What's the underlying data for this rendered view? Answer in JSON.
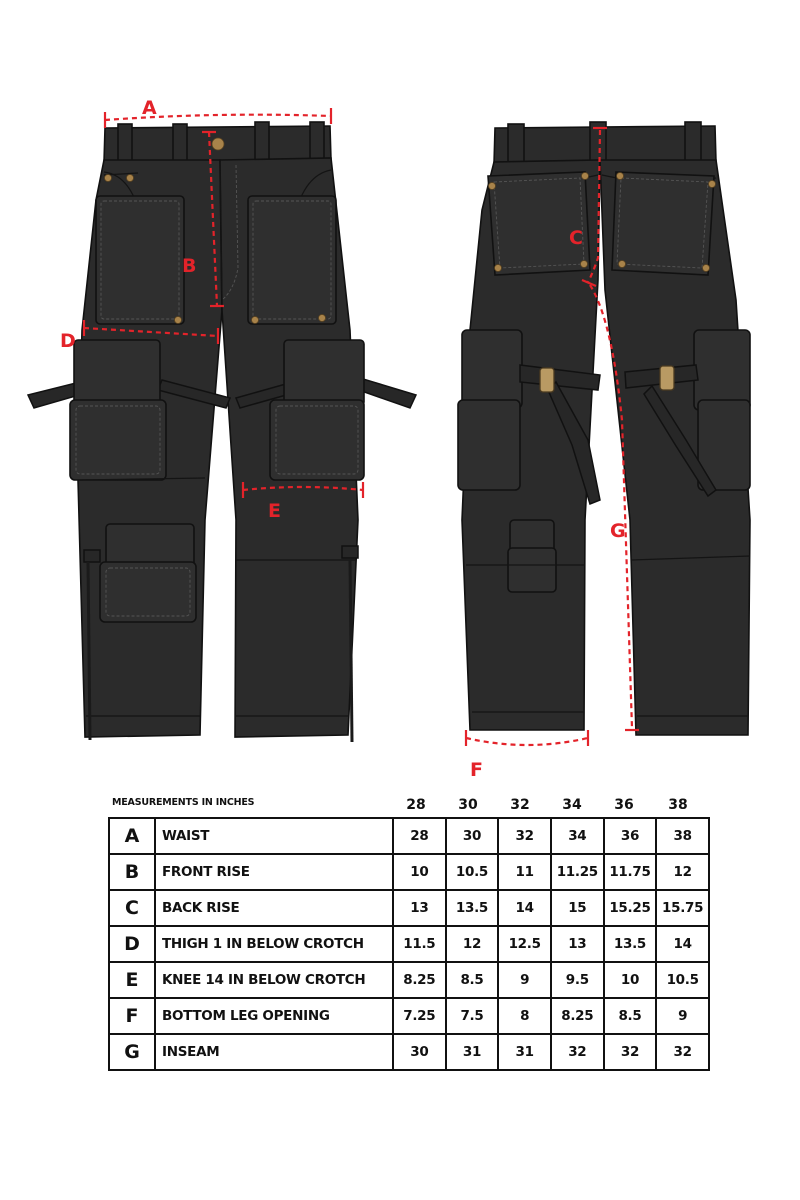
{
  "diagram_labels": {
    "a": "A",
    "b": "B",
    "c": "C",
    "d": "D",
    "e": "E",
    "f": "F",
    "g": "G"
  },
  "colors": {
    "measure_line": "#e3232a",
    "garment": "#2b2b2b",
    "hardware": "#a8834a"
  },
  "table": {
    "title": "MEASUREMENTS IN INCHES",
    "sizes": [
      "28",
      "30",
      "32",
      "34",
      "36",
      "38"
    ],
    "rows": [
      {
        "code": "A",
        "name": "WAIST",
        "values": [
          "28",
          "30",
          "32",
          "34",
          "36",
          "38"
        ]
      },
      {
        "code": "B",
        "name": "FRONT RISE",
        "values": [
          "10",
          "10.5",
          "11",
          "11.25",
          "11.75",
          "12"
        ]
      },
      {
        "code": "C",
        "name": "BACK RISE",
        "values": [
          "13",
          "13.5",
          "14",
          "15",
          "15.25",
          "15.75"
        ]
      },
      {
        "code": "D",
        "name": "THIGH 1 IN BELOW CROTCH",
        "values": [
          "11.5",
          "12",
          "12.5",
          "13",
          "13.5",
          "14"
        ]
      },
      {
        "code": "E",
        "name": "KNEE 14 IN BELOW CROTCH",
        "values": [
          "8.25",
          "8.5",
          "9",
          "9.5",
          "10",
          "10.5"
        ]
      },
      {
        "code": "F",
        "name": "BOTTOM LEG OPENING",
        "values": [
          "7.25",
          "7.5",
          "8",
          "8.25",
          "8.5",
          "9"
        ]
      },
      {
        "code": "G",
        "name": "INSEAM",
        "values": [
          "30",
          "31",
          "31",
          "32",
          "32",
          "32"
        ]
      }
    ]
  }
}
